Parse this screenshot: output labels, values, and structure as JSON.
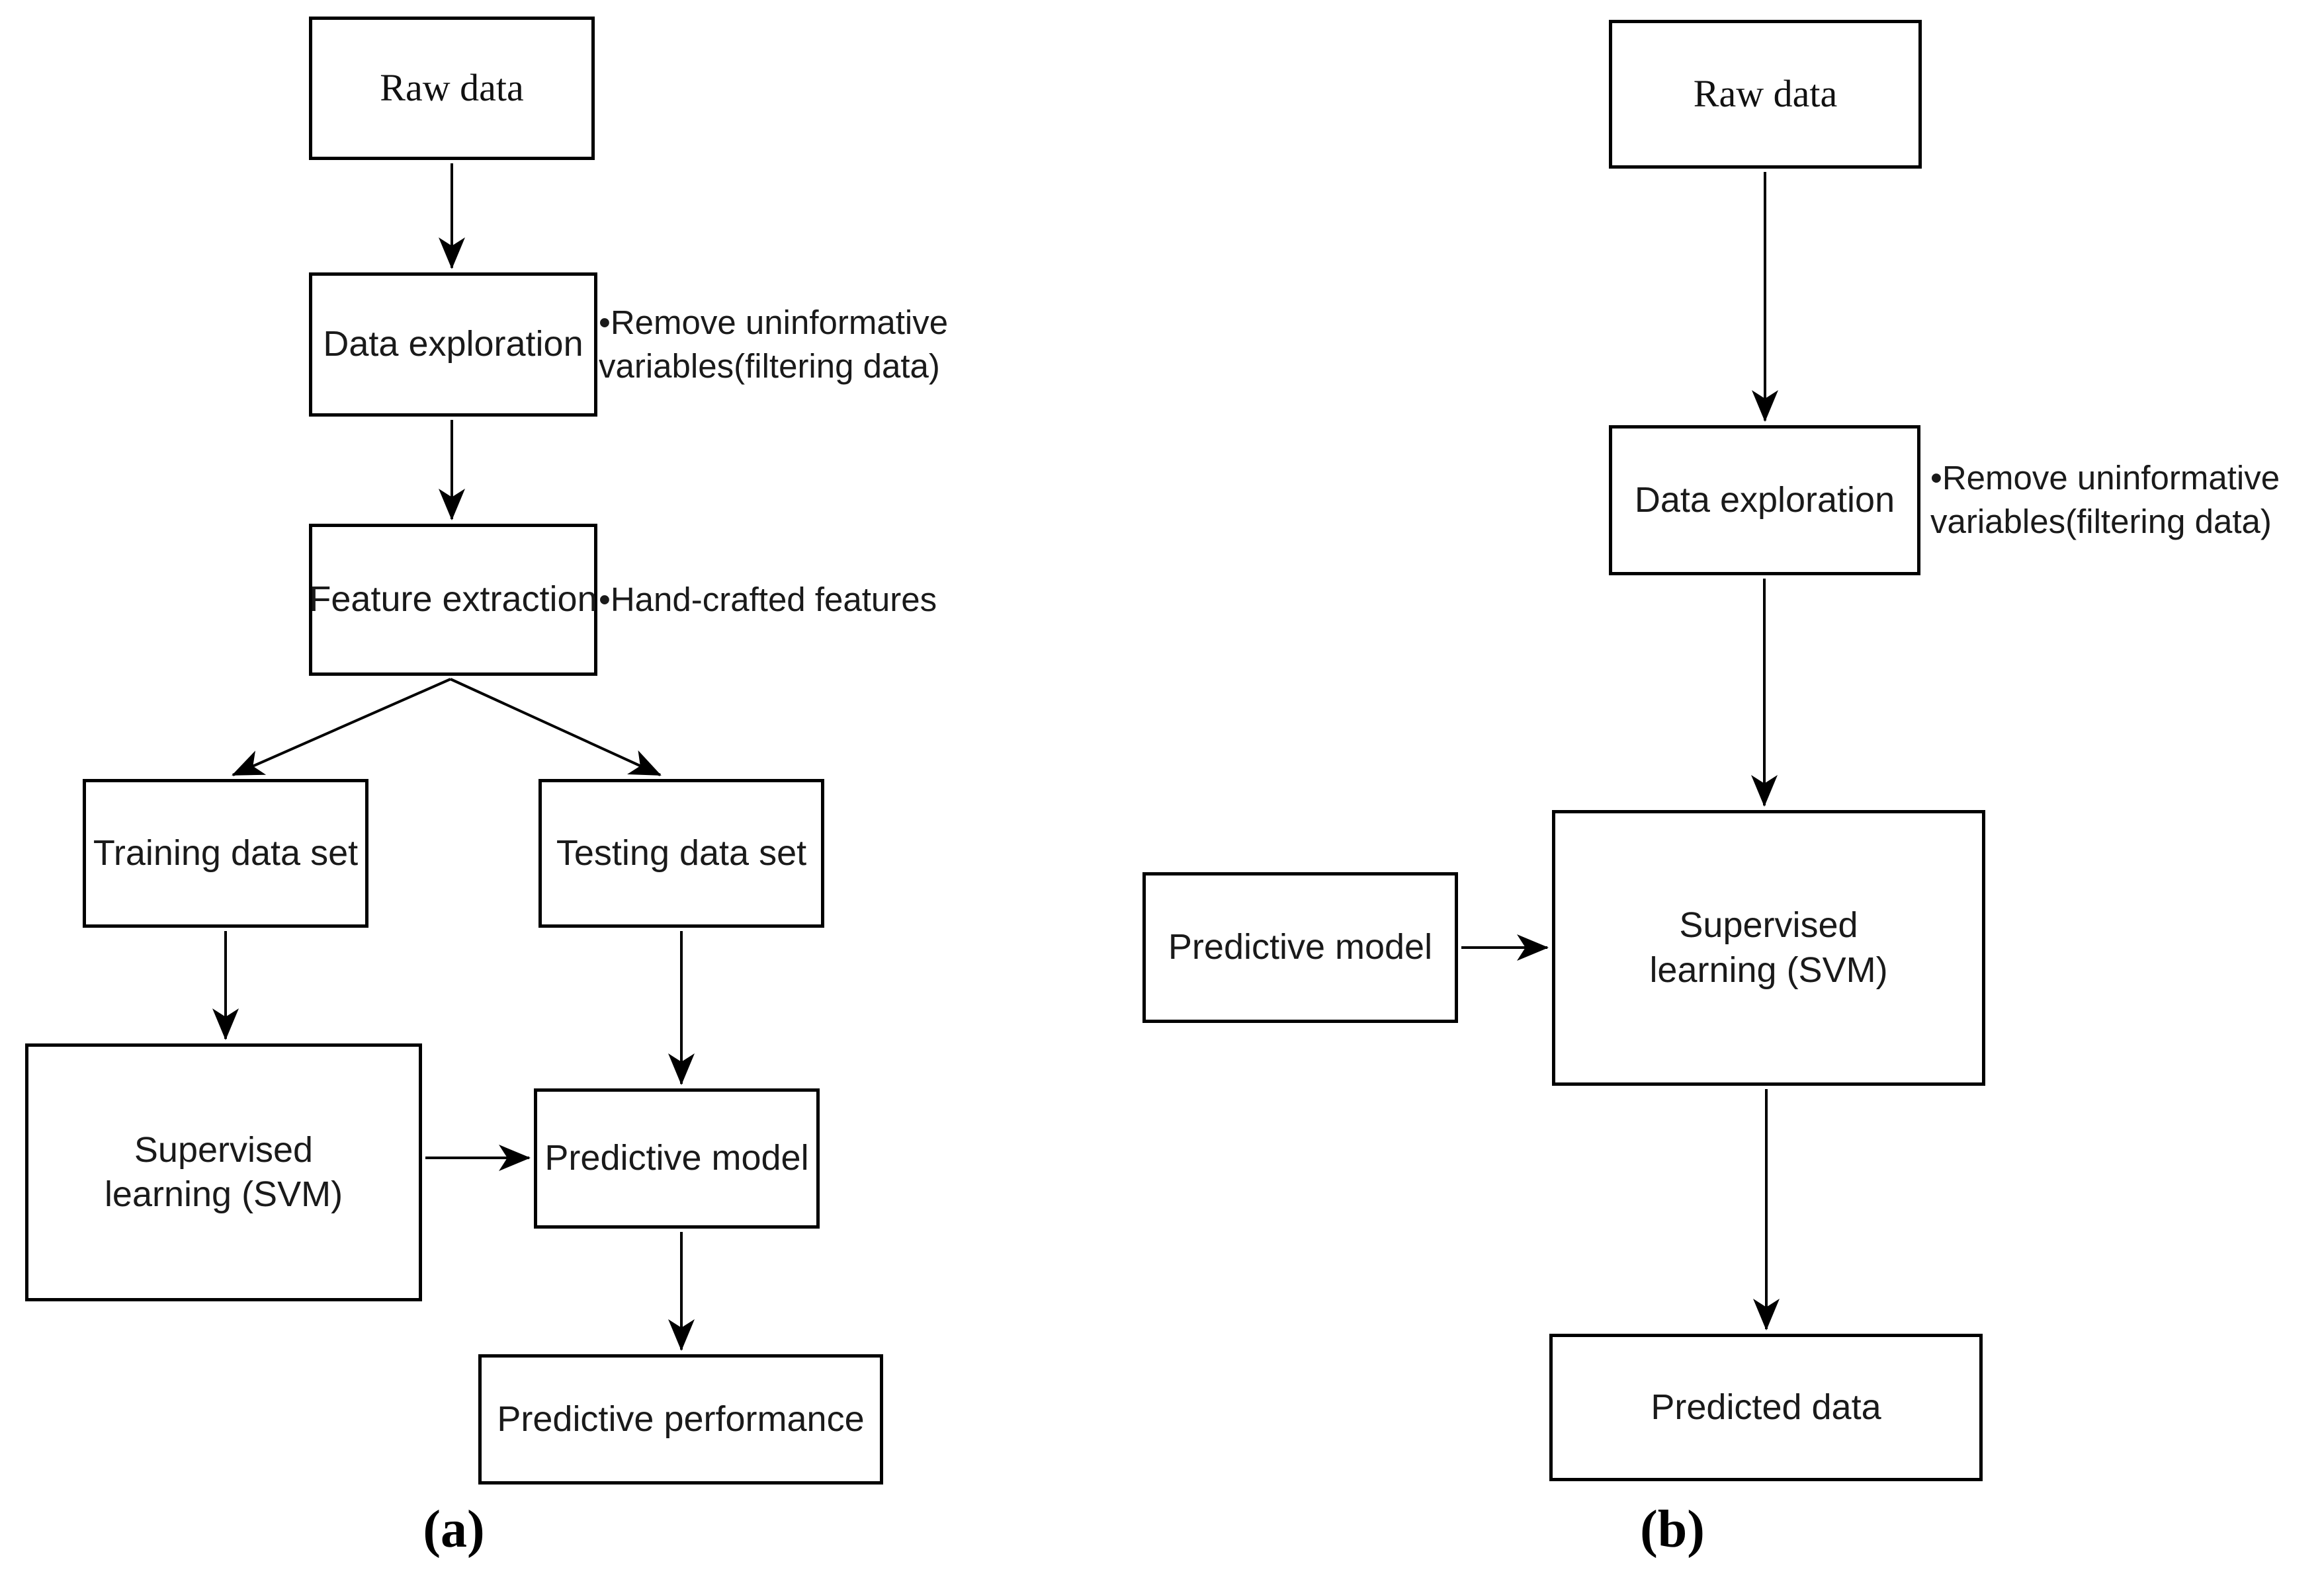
{
  "figure": {
    "panel_a": {
      "caption": "(a)",
      "nodes": {
        "raw_data": "Raw data",
        "data_exploration": "Data exploration",
        "feature_extraction": "Feature extraction",
        "training_data_set": "Training data set",
        "testing_data_set": "Testing data set",
        "supervised_learning": "Supervised\nlearning (SVM)",
        "predictive_model": "Predictive model",
        "predictive_performance": "Predictive performance"
      },
      "annotations": {
        "data_exploration_note": "•Remove uninformative\nvariables(filtering data)",
        "feature_extraction_note": "•Hand-crafted features"
      }
    },
    "panel_b": {
      "caption": "(b)",
      "nodes": {
        "raw_data": "Raw data",
        "data_exploration": "Data exploration",
        "predictive_model": "Predictive model",
        "supervised_learning": "Supervised\nlearning (SVM)",
        "predicted_data": "Predicted data"
      },
      "annotations": {
        "data_exploration_note": "•Remove uninformative\nvariables(filtering data)"
      }
    },
    "colors": {
      "line": "#000000",
      "text": "#1a1a1a",
      "background": "#ffffff"
    }
  }
}
